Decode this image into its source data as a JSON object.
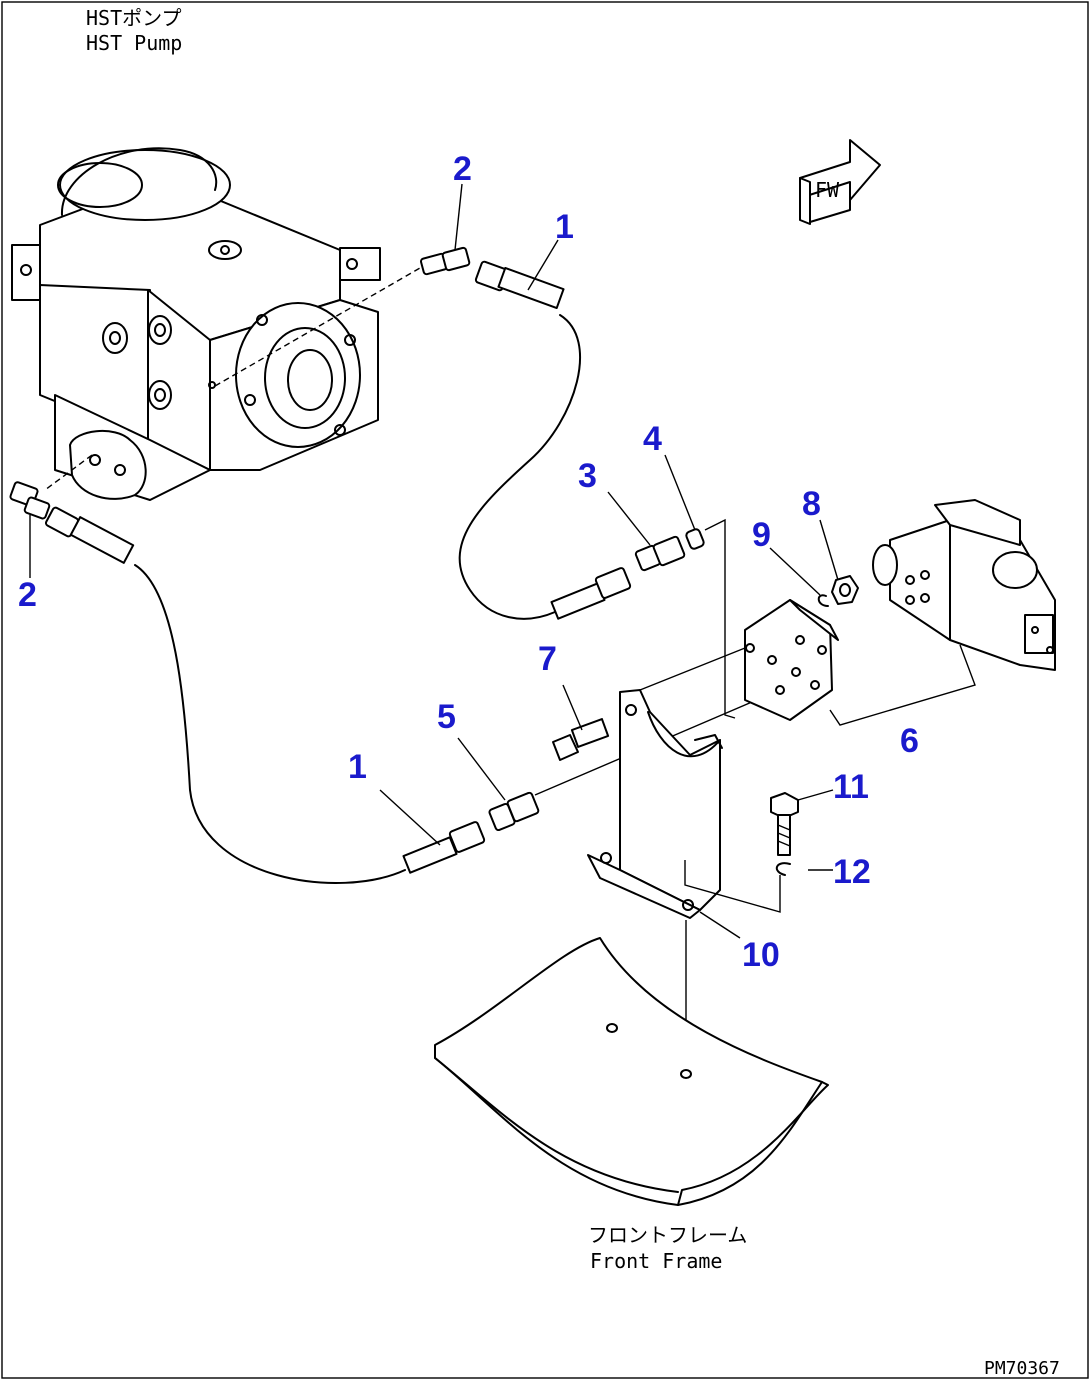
{
  "labels": {
    "pump_jp": "HSTポンプ",
    "pump_en": "HST Pump",
    "frame_jp": "フロントフレーム",
    "frame_en": "Front Frame",
    "fw_mark": "FW",
    "drawing_no": "PM70367"
  },
  "callouts": [
    "1",
    "1",
    "2",
    "2",
    "3",
    "4",
    "5",
    "6",
    "7",
    "8",
    "9",
    "10",
    "11",
    "12"
  ],
  "colors": {
    "callout": "#1a1acc",
    "line": "#000000",
    "background": "#ffffff"
  }
}
